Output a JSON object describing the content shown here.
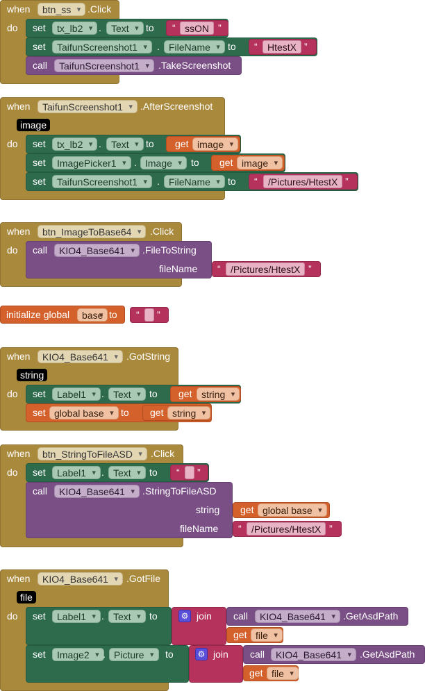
{
  "kw": {
    "when": "when",
    "do": "do",
    "set": "set",
    "call": "call",
    "get": "get",
    "to": "to",
    "dot": ".",
    "join": "join",
    "init": "initialize global",
    "open_q": "“",
    "close_q": "”"
  },
  "b1": {
    "component": "btn_ss",
    "event": ".Click",
    "s1": {
      "comp": "tx_lb2",
      "prop": "Text",
      "val": "ssON"
    },
    "s2": {
      "comp": "TaifunScreenshot1",
      "prop": "FileName",
      "val": "HtestX"
    },
    "c1": {
      "comp": "TaifunScreenshot1",
      "method": ".TakeScreenshot"
    }
  },
  "b2": {
    "component": "TaifunScreenshot1",
    "event": ".AfterScreenshot",
    "param": "image",
    "s1": {
      "comp": "tx_lb2",
      "prop": "Text",
      "get": "image"
    },
    "s2": {
      "comp": "ImagePicker1",
      "prop": "Image",
      "get": "image"
    },
    "s3": {
      "comp": "TaifunScreenshot1",
      "prop": "FileName",
      "val": "/Pictures/HtestX"
    }
  },
  "b3": {
    "component": "btn_ImageToBase64",
    "event": ".Click",
    "c1": {
      "comp": "KIO4_Base641",
      "method": ".FileToString",
      "arg_label": "fileName",
      "arg_val": "/Pictures/HtestX"
    }
  },
  "b4": {
    "var": "base"
  },
  "b5": {
    "component": "KIO4_Base641",
    "event": ".GotString",
    "param": "string",
    "s1": {
      "comp": "Label1",
      "prop": "Text",
      "get": "string"
    },
    "s2": {
      "var": "global base",
      "get": "string"
    }
  },
  "b6": {
    "component": "btn_StringToFileASD",
    "event": ".Click",
    "s1": {
      "comp": "Label1",
      "prop": "Text"
    },
    "c1": {
      "comp": "KIO4_Base641",
      "method": ".StringToFileASD",
      "arg1_label": "string",
      "arg1_get": "global base",
      "arg2_label": "fileName",
      "arg2_val": "/Pictures/HtestX"
    }
  },
  "b7": {
    "component": "KIO4_Base641",
    "event": ".GotFile",
    "param": "file",
    "s1": {
      "comp": "Label1",
      "prop": "Text",
      "call_comp": "KIO4_Base641",
      "call_method": ".GetAsdPath",
      "get": "file"
    },
    "s2": {
      "comp": "Image2",
      "prop": "Picture",
      "call_comp": "KIO4_Base641",
      "call_method": ".GetAsdPath",
      "get": "file"
    }
  }
}
